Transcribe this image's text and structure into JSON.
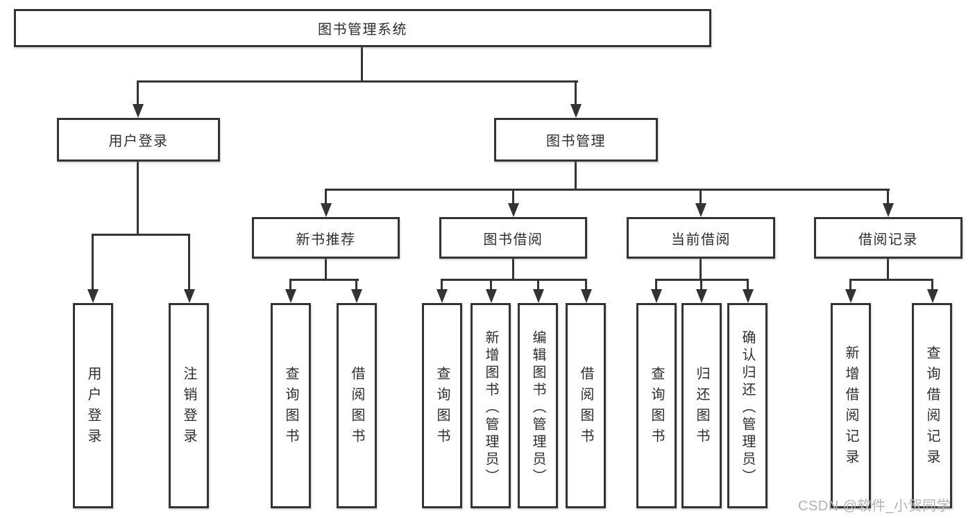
{
  "diagram": {
    "title": "图书管理系统",
    "root": {
      "label": "图书管理系统"
    },
    "level2": [
      {
        "id": "user-login",
        "label": "用户登录"
      },
      {
        "id": "book-management",
        "label": "图书管理"
      }
    ],
    "level3": [
      {
        "id": "new-book-recommend",
        "parent": "book-management",
        "label": "新书推荐"
      },
      {
        "id": "book-borrow",
        "parent": "book-management",
        "label": "图书借阅"
      },
      {
        "id": "current-borrow",
        "parent": "book-management",
        "label": "当前借阅"
      },
      {
        "id": "borrow-records",
        "parent": "book-management",
        "label": "借阅记录"
      }
    ],
    "leaves": [
      {
        "parent": "user-login",
        "label": "用户登录"
      },
      {
        "parent": "user-login",
        "label": "注销登录"
      },
      {
        "parent": "new-book-recommend",
        "label": "查询图书"
      },
      {
        "parent": "new-book-recommend",
        "label": "借阅图书"
      },
      {
        "parent": "book-borrow",
        "label": "查询图书"
      },
      {
        "parent": "book-borrow",
        "label": "新增图书（管理员）"
      },
      {
        "parent": "book-borrow",
        "label": "编辑图书（管理员）"
      },
      {
        "parent": "book-borrow",
        "label": "借阅图书"
      },
      {
        "parent": "current-borrow",
        "label": "查询图书"
      },
      {
        "parent": "current-borrow",
        "label": "归还图书"
      },
      {
        "parent": "current-borrow",
        "label": "确认归还（管理员）"
      },
      {
        "parent": "borrow-records",
        "label": "新增借阅记录"
      },
      {
        "parent": "borrow-records",
        "label": "查询借阅记录"
      }
    ],
    "watermark": "CSDN @软件_小贺同学",
    "colors": {
      "line": "#333333",
      "text": "#2e2e2e",
      "box_background": "#ffffff",
      "watermark": "#b2b2b2",
      "page_background": "#ffffff"
    }
  }
}
